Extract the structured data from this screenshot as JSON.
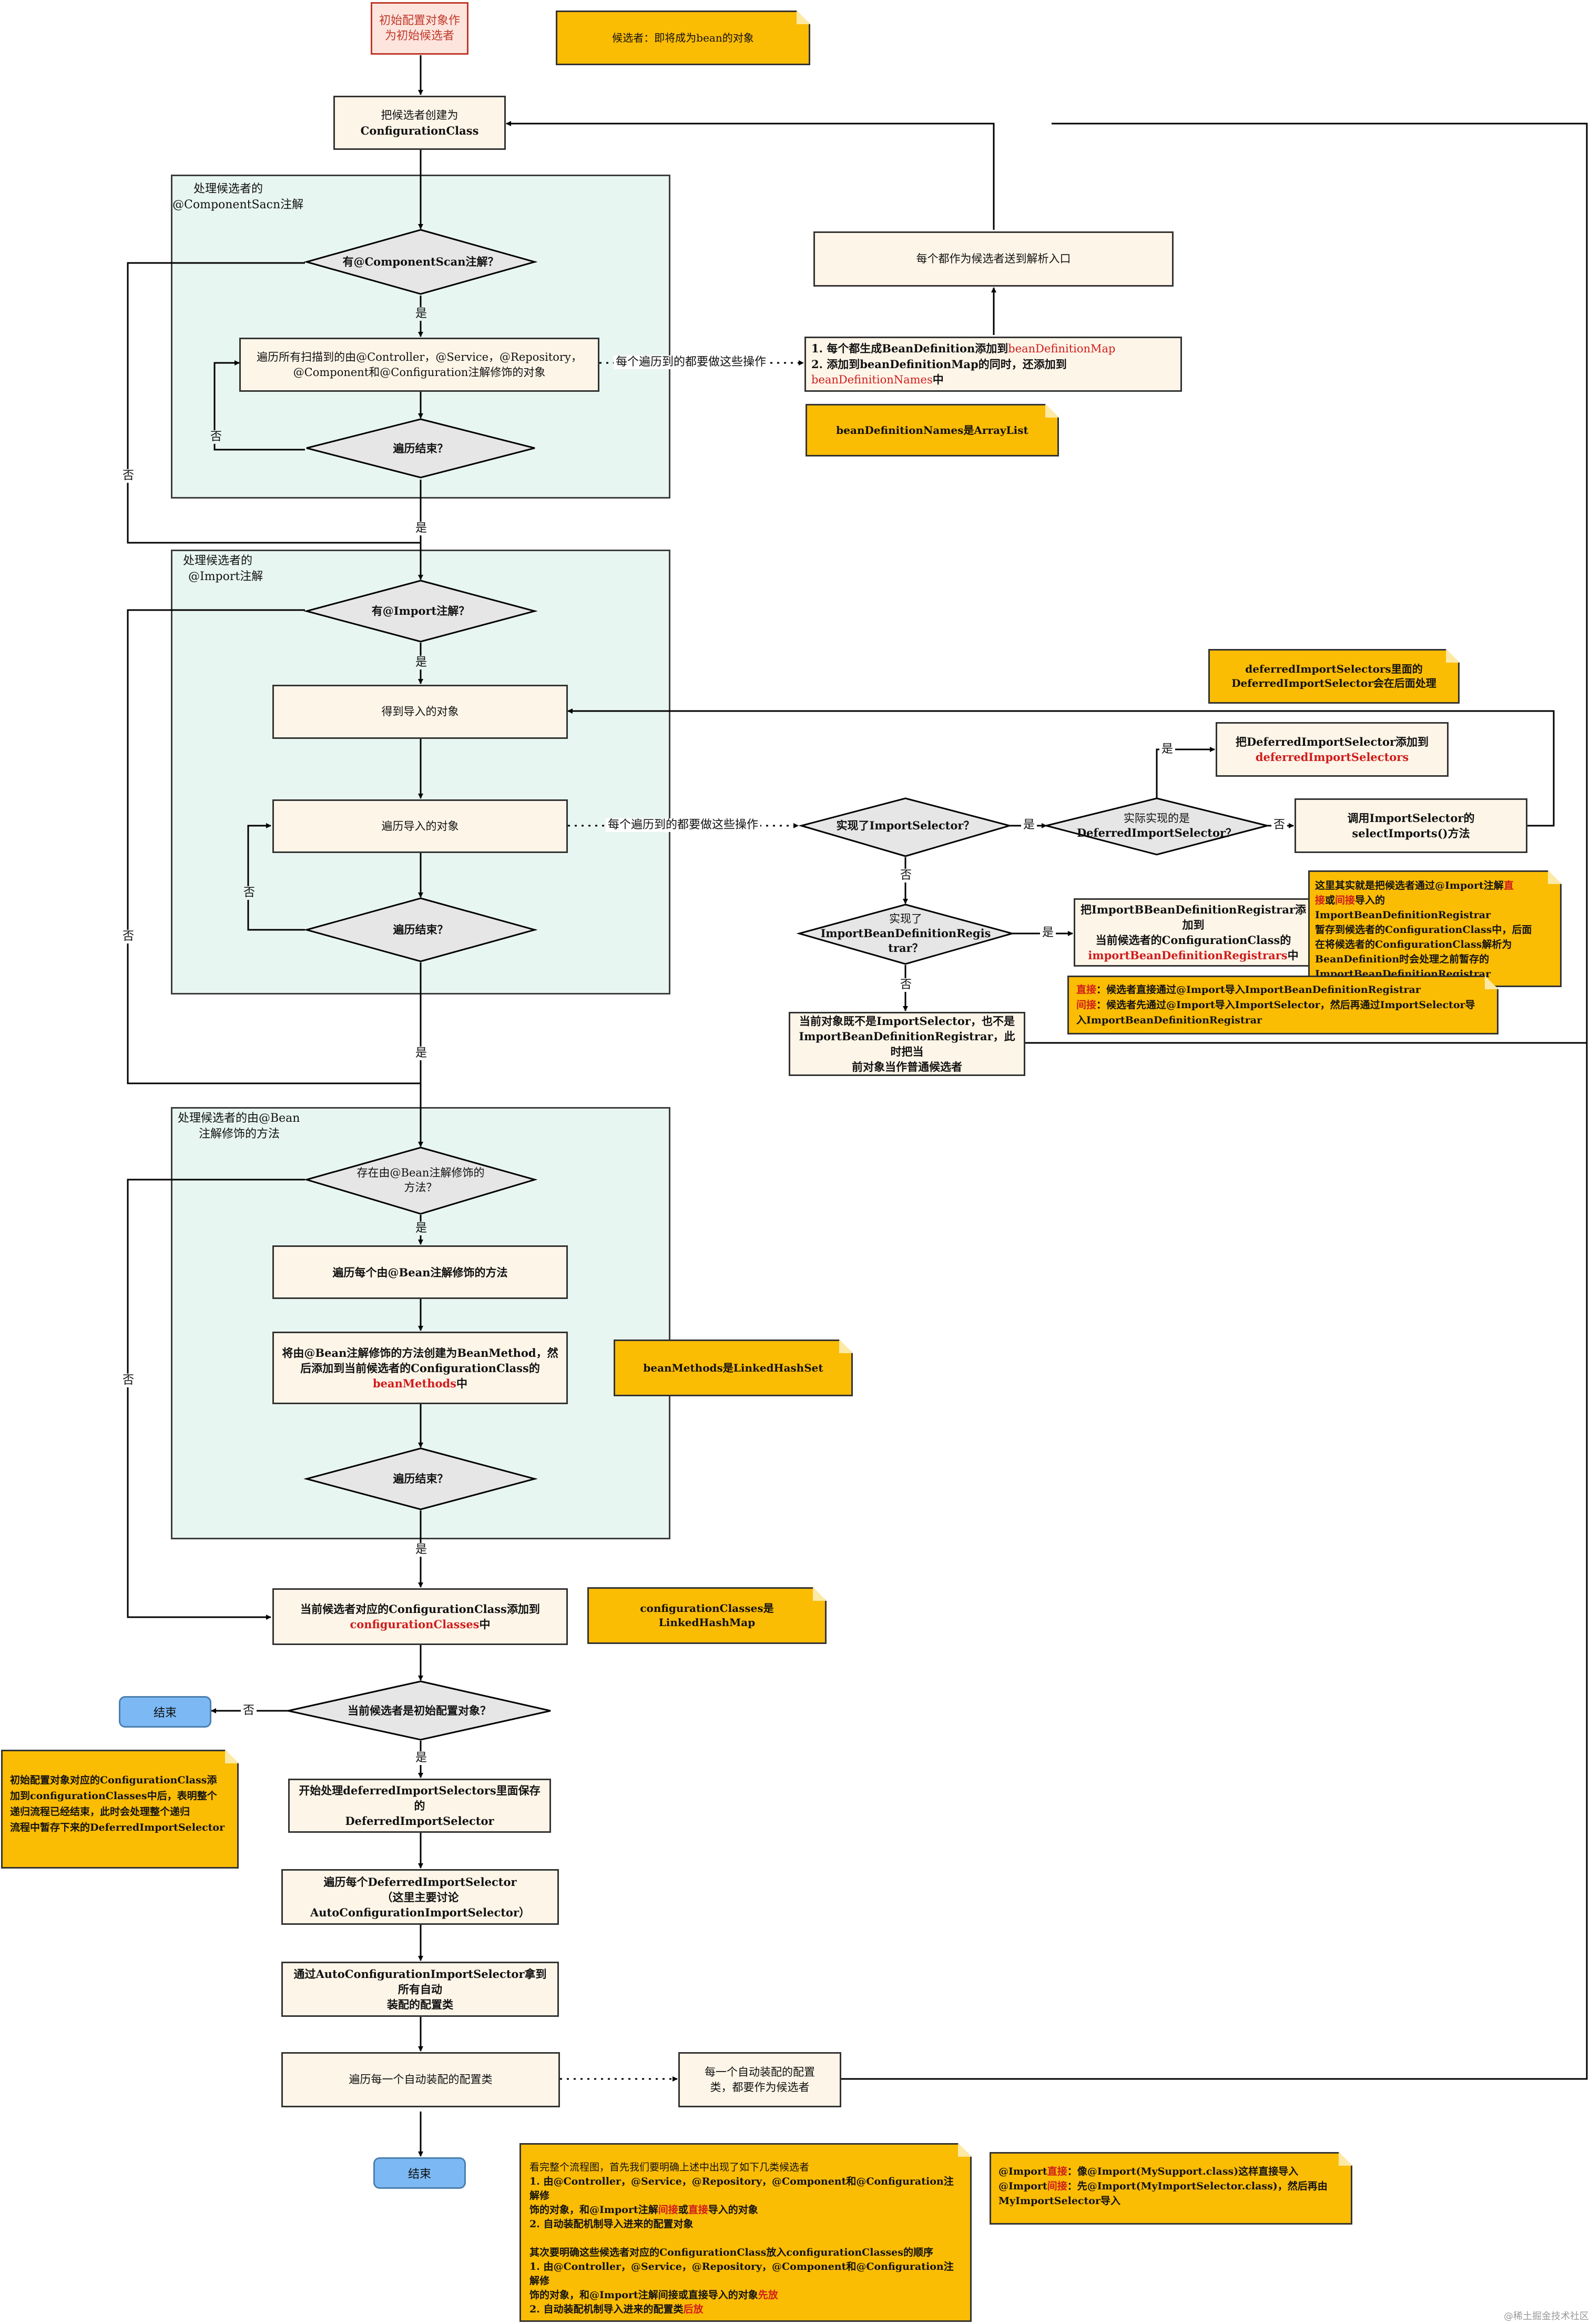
{
  "start_box": {
    "line1": "初始配置对象作",
    "line2": "为初始候选者"
  },
  "note_candidate": "候选者：即将成为bean的对象",
  "create_config_class": {
    "line1": "把候选者创建为",
    "line2": "ConfigurationClass"
  },
  "section_componentscan": {
    "title_line1": "处理候选者的",
    "title_line2": "@ComponentSacn注解"
  },
  "has_componentscan": "有@ComponentScan注解？",
  "scan_traverse": {
    "line1": "遍历所有扫描到的由@Controller，@Service，@Repository，",
    "line2": "@Component和@Configuration注解修饰的对象"
  },
  "traverse_end_1": "遍历结束？",
  "each_as_candidate": "每个都作为候选者送到解析入口",
  "bd_ops": {
    "line1_pre": "1. 每个都生成BeanDefinition添加到",
    "line1_red": "beanDefinitionMap",
    "line2_pre": "2. 添加到beanDefinitionMap的同时，还添加到",
    "line2_red": "beanDefinitionNames",
    "line2_post": "中"
  },
  "note_bdnames": "beanDefinitionNames是ArrayList",
  "section_import": {
    "title_line1": "处理候选者的",
    "title_line2": "@Import注解"
  },
  "has_import": "有@Import注解？",
  "get_imported": "得到导入的对象",
  "traverse_imported": "遍历导入的对象",
  "traverse_end_2": "遍历结束？",
  "note_deferred": {
    "line1": "deferredImportSelectors里面的",
    "line2": "DeferredImportSelector会在后面处理"
  },
  "add_deferred": {
    "line1": "把DeferredImportSelector添加到",
    "line2": "deferredImportSelectors"
  },
  "impl_selector": "实现了ImportSelector？",
  "actual_deferred": {
    "line1": "实际实现的是",
    "line2": "DeferredImportSelector？"
  },
  "call_select_imports": "调用ImportSelector的selectImports()方法",
  "impl_registrar": {
    "line1": "实现了",
    "line2": "ImportBeanDefinitionRegis",
    "line3": "trar？"
  },
  "add_registrar": {
    "line1": "把ImportBBeanDefinitionRegistrar添加到",
    "line2": "当前候选者的ConfigurationClass的",
    "line3_red": "importBeanDefinitionRegistrars",
    "line3_post": "中"
  },
  "note_registrar": {
    "l1_pre": "这里其实就是把候选者通过@Import注解",
    "l1_red": "直",
    "l2_red1": "接",
    "l2_mid": "或",
    "l2_red2": "间接",
    "l2_post": "导入的ImportBeanDefinitionRegistrar",
    "l3": "暂存到候选者的ConfigurationClass中，后面",
    "l4": "在将候选者的ConfigurationClass解析为",
    "l5": "BeanDefinition时会处理之前暂存的",
    "l6": "ImportBeanDefinitionRegistrar"
  },
  "note_direct": {
    "l1_red": "直接",
    "l1_post": "：候选者直接通过@Import导入ImportBeanDefinitionRegistrar",
    "l2_red": "间接",
    "l2_post": "：候选者先通过@Import导入ImportSelector，然后再通过ImportSelector导",
    "l3": "入ImportBeanDefinitionRegistrar"
  },
  "normal_candidate": {
    "line1": "当前对象既不是ImportSelector，也不是",
    "line2": "ImportBeanDefinitionRegistrar，此时把当",
    "line3": "前对象当作普通候选者"
  },
  "section_bean": {
    "title_line1": "处理候选者的由@Bean",
    "title_line2": "注解修饰的方法"
  },
  "has_bean_method": {
    "line1": "存在由@Bean注解修饰的",
    "line2": "方法？"
  },
  "traverse_bean": "遍历每个由@Bean注解修饰的方法",
  "bean_method_create": {
    "line1": "将由@Bean注解修饰的方法创建为BeanMethod，然",
    "line2": "后添加到当前候选者的ConfigurationClass的",
    "line3_red": "beanMethods",
    "line3_post": "中"
  },
  "note_beanmethods": "beanMethods是LinkedHashSet",
  "traverse_end_3": "遍历结束？",
  "add_config_classes": {
    "line1": "当前候选者对应的ConfigurationClass添加到",
    "line2_red": "configurationClasses",
    "line2_post": "中"
  },
  "note_config_classes": "configurationClasses是LinkedHashMap",
  "is_initial": "当前候选者是初始配置对象？",
  "end_1": "结束",
  "note_initial": {
    "l1": "初始配置对象对应的ConfigurationClass添",
    "l2": "加到configurationClasses中后，表明整个",
    "l3": "递归流程已经结束，此时会处理整个递归",
    "l4": "流程中暂存下来的DeferredImportSelector"
  },
  "start_deferred": {
    "line1": "开始处理deferredImportSelectors里面保存的",
    "line2": "DeferredImportSelector"
  },
  "traverse_deferred": {
    "line1": "遍历每个DeferredImportSelector",
    "line2": "（这里主要讨论AutoConfigurationImportSelector）"
  },
  "get_auto": {
    "line1": "通过AutoConfigurationImportSelector拿到所有自动",
    "line2": "装配的配置类"
  },
  "traverse_auto": "遍历每一个自动装配的配置类",
  "auto_as_candidate": {
    "line1": "每一个自动装配的配置",
    "line2": "类，都要作为候选者"
  },
  "end_2": "结束",
  "labels": {
    "yes": "是",
    "no": "否",
    "each_op": "每个遍历到的都要做这些操作"
  },
  "note_summary": {
    "p1": "看完整个流程图，首先我们要明确上述中出现了如下几类候选者",
    "p1_1": "1. 由@Controller，@Service，@Repository，@Component和@Configuration注解修",
    "p1_1b_pre": "饰的对象，和@Import注解",
    "p1_1b_red1": "间接",
    "p1_1b_mid": "或",
    "p1_1b_red2": "直接",
    "p1_1b_post": "导入的对象",
    "p1_2": "2. 自动装配机制导入进来的配置对象",
    "p2": "其次要明确这些候选者对应的ConfigurationClass放入configurationClasses的顺序",
    "p2_1": "1. 由@Controller，@Service，@Repository，@Component和@Configuration注解修",
    "p2_1b_pre": "饰的对象，和@Import注解间接或直接导入的对象",
    "p2_1b_red": "先放",
    "p2_2_pre": "2. 自动装配机制导入进来的配置类",
    "p2_2_red": "后放"
  },
  "note_import_ex": {
    "l1_pre": "@Import",
    "l1_red": "直接",
    "l1_post": "：像@Import(MySupport.class)这样直接导入",
    "l2_pre": "@Import",
    "l2_red": "间接",
    "l2_post": "：先@Import(MyImportSelector.class)，然后再由",
    "l3": "MyImportSelector导入"
  },
  "watermark": "@稀土掘金技术社区",
  "colors": {
    "section_bg": "#e8f6f2",
    "box_bg": "#fdf5e8",
    "note_bg": "#fbbc04",
    "decision_bg": "#e6e6e6",
    "terminal_bg": "#7cb9f4",
    "accent_red": "#d01c1c"
  }
}
